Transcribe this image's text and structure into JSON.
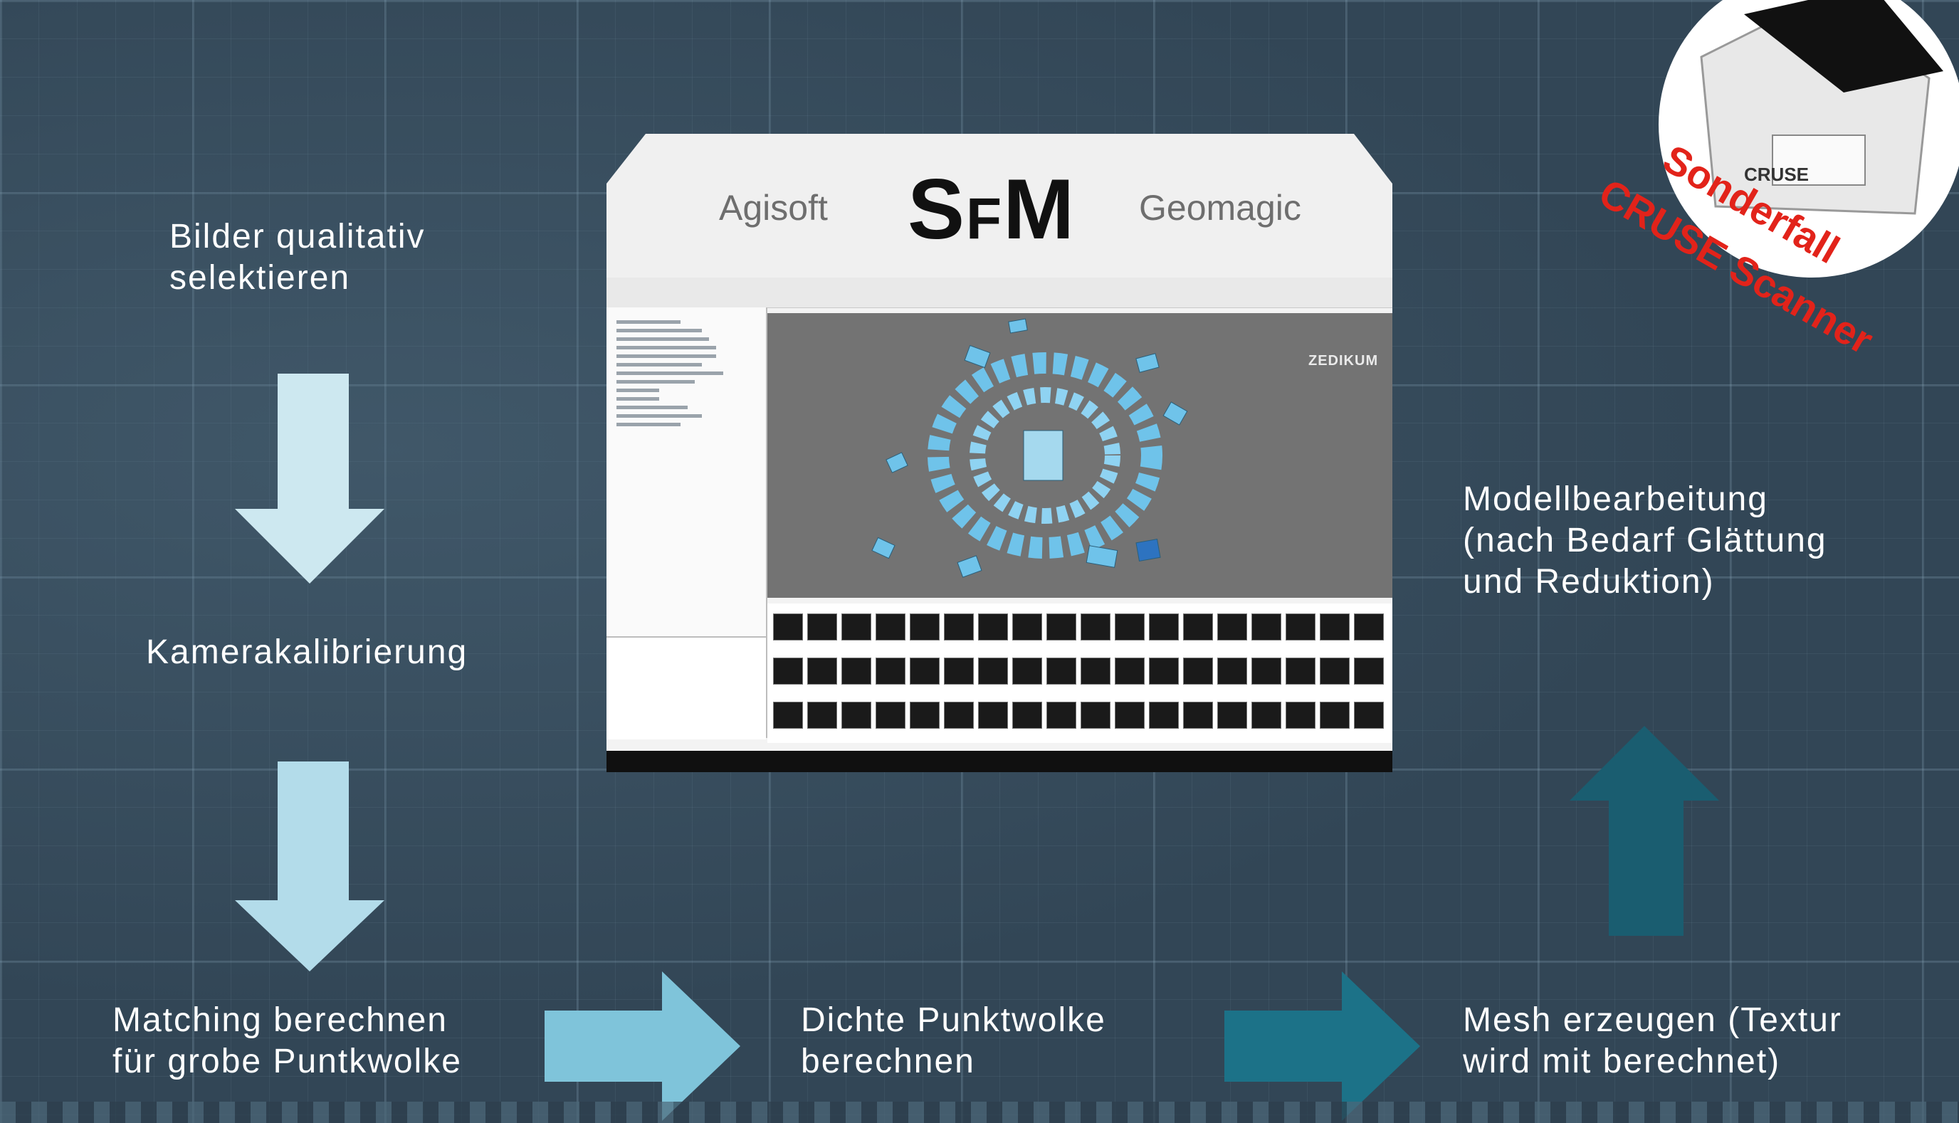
{
  "panel": {
    "title": "SFM",
    "left_brand": "Agisoft",
    "right_brand": "Geomagic",
    "viewport_logo": "ZEDIKUM"
  },
  "steps": {
    "select_images": "Bilder qualitativ\nselektieren",
    "camera_calibration": "Kamerakalibrierung",
    "matching": "Matching berechnen\nfür grobe Puntkwolke",
    "dense_cloud": "Dichte Punktwolke\nberechnen",
    "mesh": "Mesh erzeugen (Textur\nwird mit berechnet)",
    "model_editing": "Modellbearbeitung\n(nach Bedarf Glättung\nund Reduktion)"
  },
  "badge": {
    "line1": "Sonderfall",
    "line2": "CRUSE Scanner",
    "logo": "CRUSE"
  },
  "colors": {
    "background": "#324656",
    "arrow_light": "#cde8f0",
    "arrow_mid": "#7fc4da",
    "arrow_dark": "#1c7288",
    "arrow_darkest": "#1a5d70",
    "badge_text": "#e2231a"
  }
}
